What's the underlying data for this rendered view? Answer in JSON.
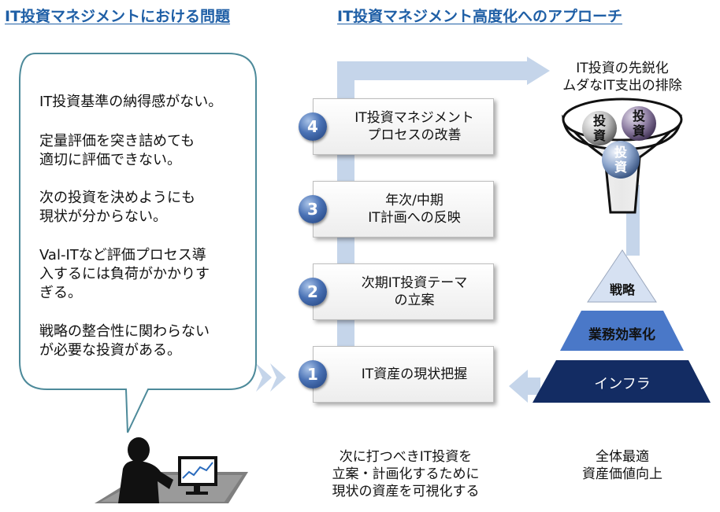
{
  "headings": {
    "left": "IT投資マネジメントにおける問題",
    "right": "IT投資マネジメント高度化へのアプローチ"
  },
  "problems": [
    "IT投資基準の納得感がない。",
    "定量評価を突き詰めても\n適切に評価できない。",
    "次の投資を決めようにも\n現状が分からない。",
    "Val-ITなど評価プロセス導\n入するには負荷がかかりす\nぎる。",
    "戦略の整合性に関わらない\nが必要な投資がある。"
  ],
  "steps": [
    {
      "number": "4",
      "label": "IT投資マネジメント\nプロセスの改善"
    },
    {
      "number": "3",
      "label": "年次/中期\nIT計画への反映"
    },
    {
      "number": "2",
      "label": "次期IT投資テーマ\nの立案"
    },
    {
      "number": "1",
      "label": "IT資産の現状把握"
    }
  ],
  "funnel": {
    "caption": "IT投資の先鋭化\nムダなIT支出の排除",
    "balls": [
      "投資",
      "投資",
      "投資"
    ]
  },
  "pyramid": {
    "top": "戦略",
    "middle": "業務効率化",
    "bottom": "インフラ"
  },
  "captions": {
    "center": "次に打つべきIT投資を\n立案・計画化するために\n現状の資産を可視化する",
    "right": "全体最適\n資産価値向上"
  },
  "colors": {
    "heading": "#1f5fa6",
    "arrow": "#c5d5ea",
    "pyramid_top": "#d6e1f2",
    "pyramid_middle": "#4a78c8",
    "pyramid_bottom": "#132c63",
    "bubble_border": "#4d8a9a"
  },
  "icons": {
    "person": "person-at-computer-icon",
    "chevrons": "double-chevron-right-icon"
  }
}
